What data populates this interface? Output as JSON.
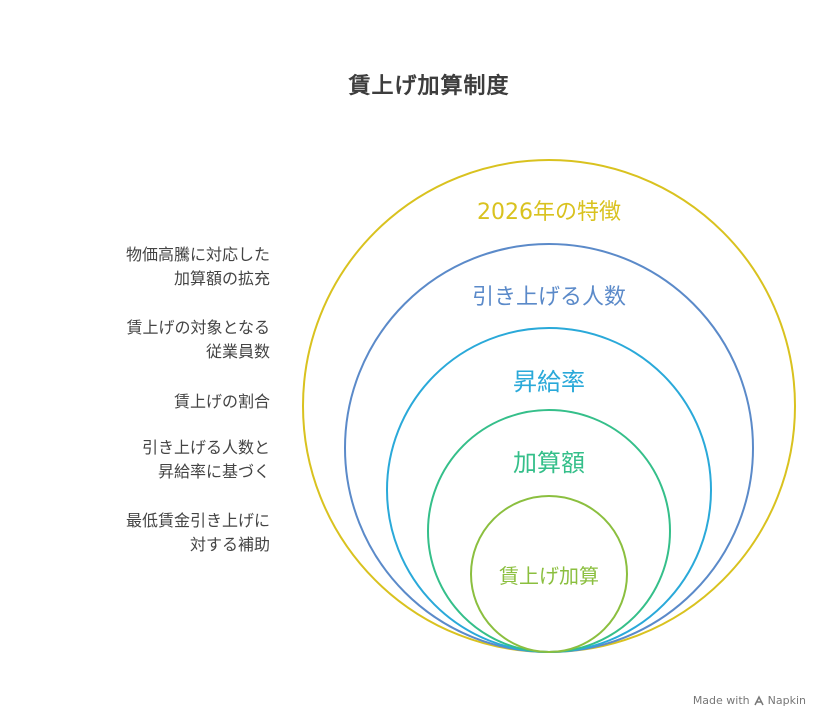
{
  "title": "賃上げ加算制度",
  "rings": [
    {
      "label": "2026年の特徴",
      "color": "#d9c21f"
    },
    {
      "label": "引き上げる人数",
      "color": "#5b8ac9"
    },
    {
      "label": "昇給率",
      "color": "#2aa9d9"
    },
    {
      "label": "加算額",
      "color": "#35bf8a"
    },
    {
      "label": "賃上げ加算",
      "color": "#8bbf3f"
    }
  ],
  "descriptions": [
    {
      "line1": "物価高騰に対応した",
      "line2": "加算額の拡充"
    },
    {
      "line1": "賃上げの対象となる",
      "line2": "従業員数"
    },
    {
      "line1": "賃上げの割合",
      "line2": ""
    },
    {
      "line1": "引き上げる人数と",
      "line2": "昇給率に基づく"
    },
    {
      "line1": "最低賃金引き上げに",
      "line2": "対する補助"
    }
  ],
  "footer": {
    "prefix": "Made with",
    "brand": "Napkin",
    "icon": "napkin-logo-icon"
  }
}
